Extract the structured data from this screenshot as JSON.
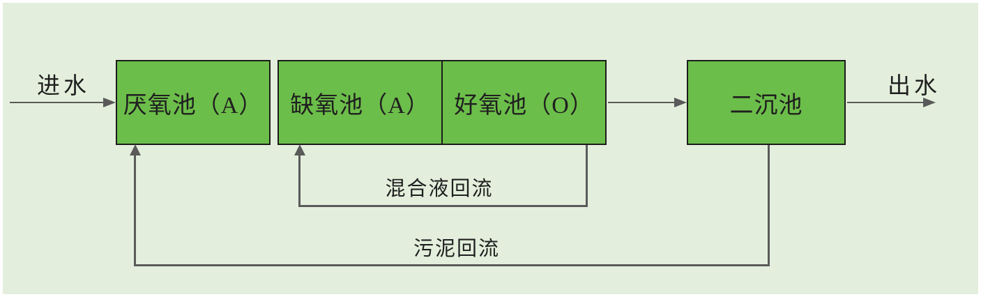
{
  "diagram": {
    "influent_label": "进水",
    "effluent_label": "出水",
    "tanks": [
      {
        "label": "厌氧池（A）"
      },
      {
        "label": "缺氧池（A）"
      },
      {
        "label": "好氧池（O）"
      },
      {
        "label": "二沉池"
      }
    ],
    "recycle_flows": [
      {
        "label": "混合液回流",
        "from": "好氧池（O）",
        "to": "缺氧池（A）"
      },
      {
        "label": "污泥回流",
        "from": "二沉池",
        "to": "厌氧池（A）"
      }
    ],
    "colors": {
      "page_bg": "#ffffff",
      "diagram_bg": "#e3efdc",
      "box_fill": "#6cbe4a",
      "box_border": "#1c1c1c",
      "line": "#5a5a5a",
      "text": "#1f1f1f"
    }
  }
}
